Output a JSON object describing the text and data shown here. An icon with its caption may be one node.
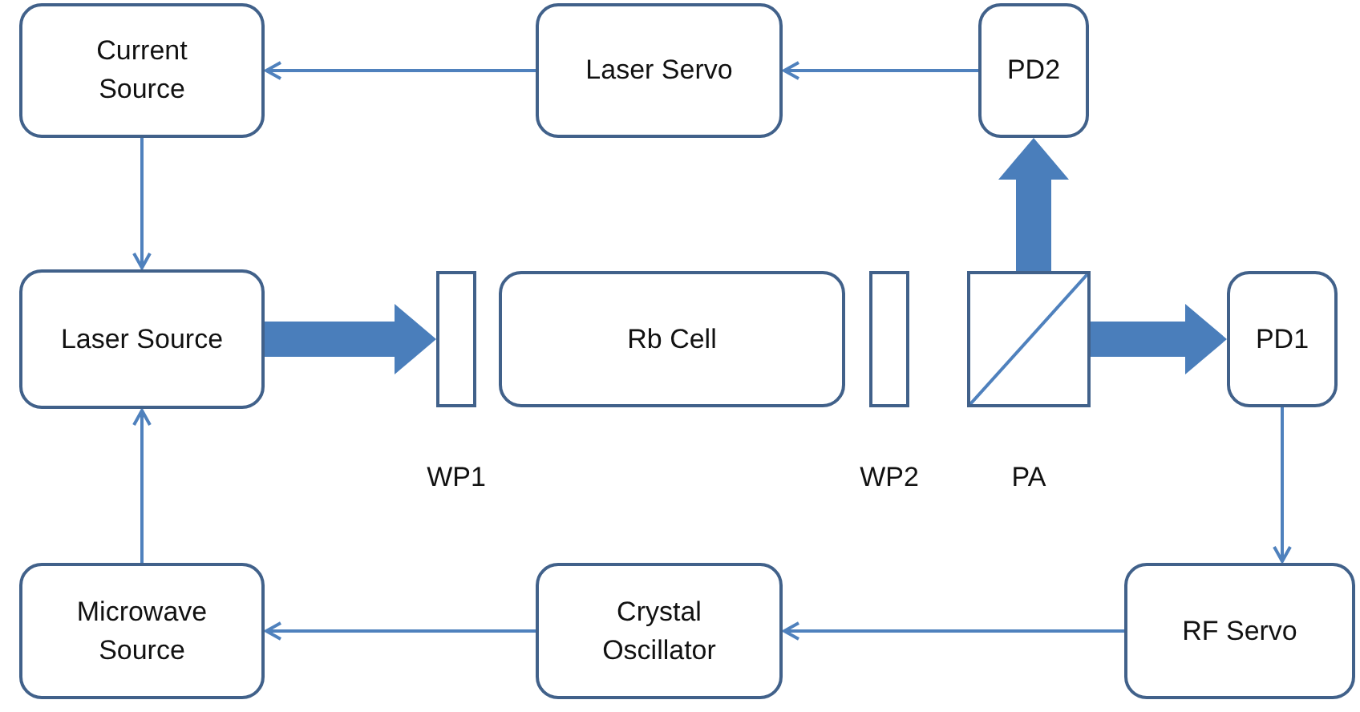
{
  "diagram": {
    "nodes": [
      {
        "text": [
          "Current Source"
        ]
      },
      {
        "text": [
          "Laser Servo"
        ]
      },
      {
        "text": [
          "PD2"
        ]
      },
      {
        "text": [
          "Laser Source"
        ]
      },
      {
        "text": [],
        "shape": "box",
        "beside": [
          "WP1"
        ]
      },
      {
        "text": [
          "Rb Cell"
        ]
      },
      {
        "text": [],
        "shape": "box",
        "beside": [
          "WP2"
        ]
      },
      {
        "text": [],
        "shape": "box",
        "beside": [
          "PA"
        ]
      },
      {
        "text": [
          "PD1"
        ]
      },
      {
        "text": [
          "Microwave Source"
        ]
      },
      {
        "text": [
          "Crystal Oscillator"
        ]
      },
      {
        "text": [
          "RF Servo"
        ]
      }
    ],
    "edges": [
      {
        "from": 2,
        "to": 1,
        "arrow": "to"
      },
      {
        "from": 1,
        "to": 0,
        "arrow": "to"
      },
      {
        "from": 0,
        "to": 3,
        "arrow": "to"
      },
      {
        "from": 3,
        "to": 4,
        "arrow": "to",
        "style": "thick"
      },
      {
        "from": 7,
        "to": 2,
        "arrow": "to",
        "style": "thick"
      },
      {
        "from": 7,
        "to": 8,
        "arrow": "to",
        "style": "thick"
      },
      {
        "from": 8,
        "to": 11,
        "arrow": "to"
      },
      {
        "from": 11,
        "to": 10,
        "arrow": "to"
      },
      {
        "from": 10,
        "to": 9,
        "arrow": "to"
      },
      {
        "from": 9,
        "to": 3,
        "arrow": "to"
      }
    ]
  }
}
